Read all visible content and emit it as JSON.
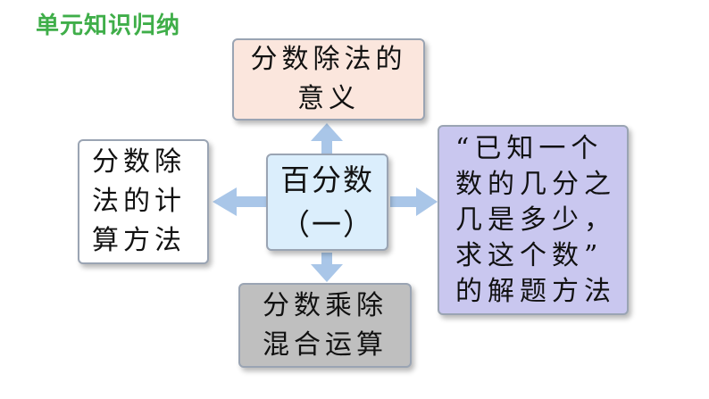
{
  "title": "单元知识归纳",
  "center": {
    "lines": [
      "百分数",
      "（一）"
    ]
  },
  "top": {
    "lines": [
      "分数除法的",
      "意义"
    ]
  },
  "left": {
    "lines": [
      "分数除",
      "法的计",
      "算方法"
    ]
  },
  "right": {
    "lines": [
      "“已知一个",
      "数的几分之",
      "几是多少，",
      "求这个数”",
      "的解题方法"
    ]
  },
  "bottom": {
    "lines": [
      "分数乘除",
      "混合运算"
    ]
  },
  "colors": {
    "title": "#3fae49",
    "top_box": "#fbe6dd",
    "left_box": "#ffffff",
    "center_box": "#dbeefc",
    "right_box": "#c9c7ef",
    "bottom_box": "#bfbfbf",
    "arrow": "#a9c6e8"
  }
}
